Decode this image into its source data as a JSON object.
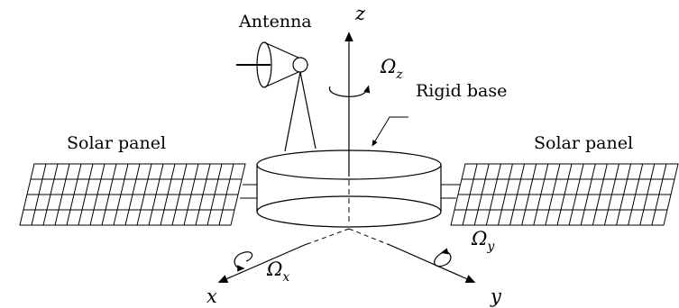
{
  "labels": {
    "antenna": "Antenna",
    "rigid_base": "Rigid base",
    "solar_panel_left": "Solar panel",
    "solar_panel_right": "Solar panel"
  },
  "axes": {
    "z": "z",
    "x": "x",
    "y": "y"
  },
  "rotations": {
    "omega_symbol": "Ω",
    "z_sub": "z",
    "x_sub": "x",
    "y_sub": "y"
  }
}
